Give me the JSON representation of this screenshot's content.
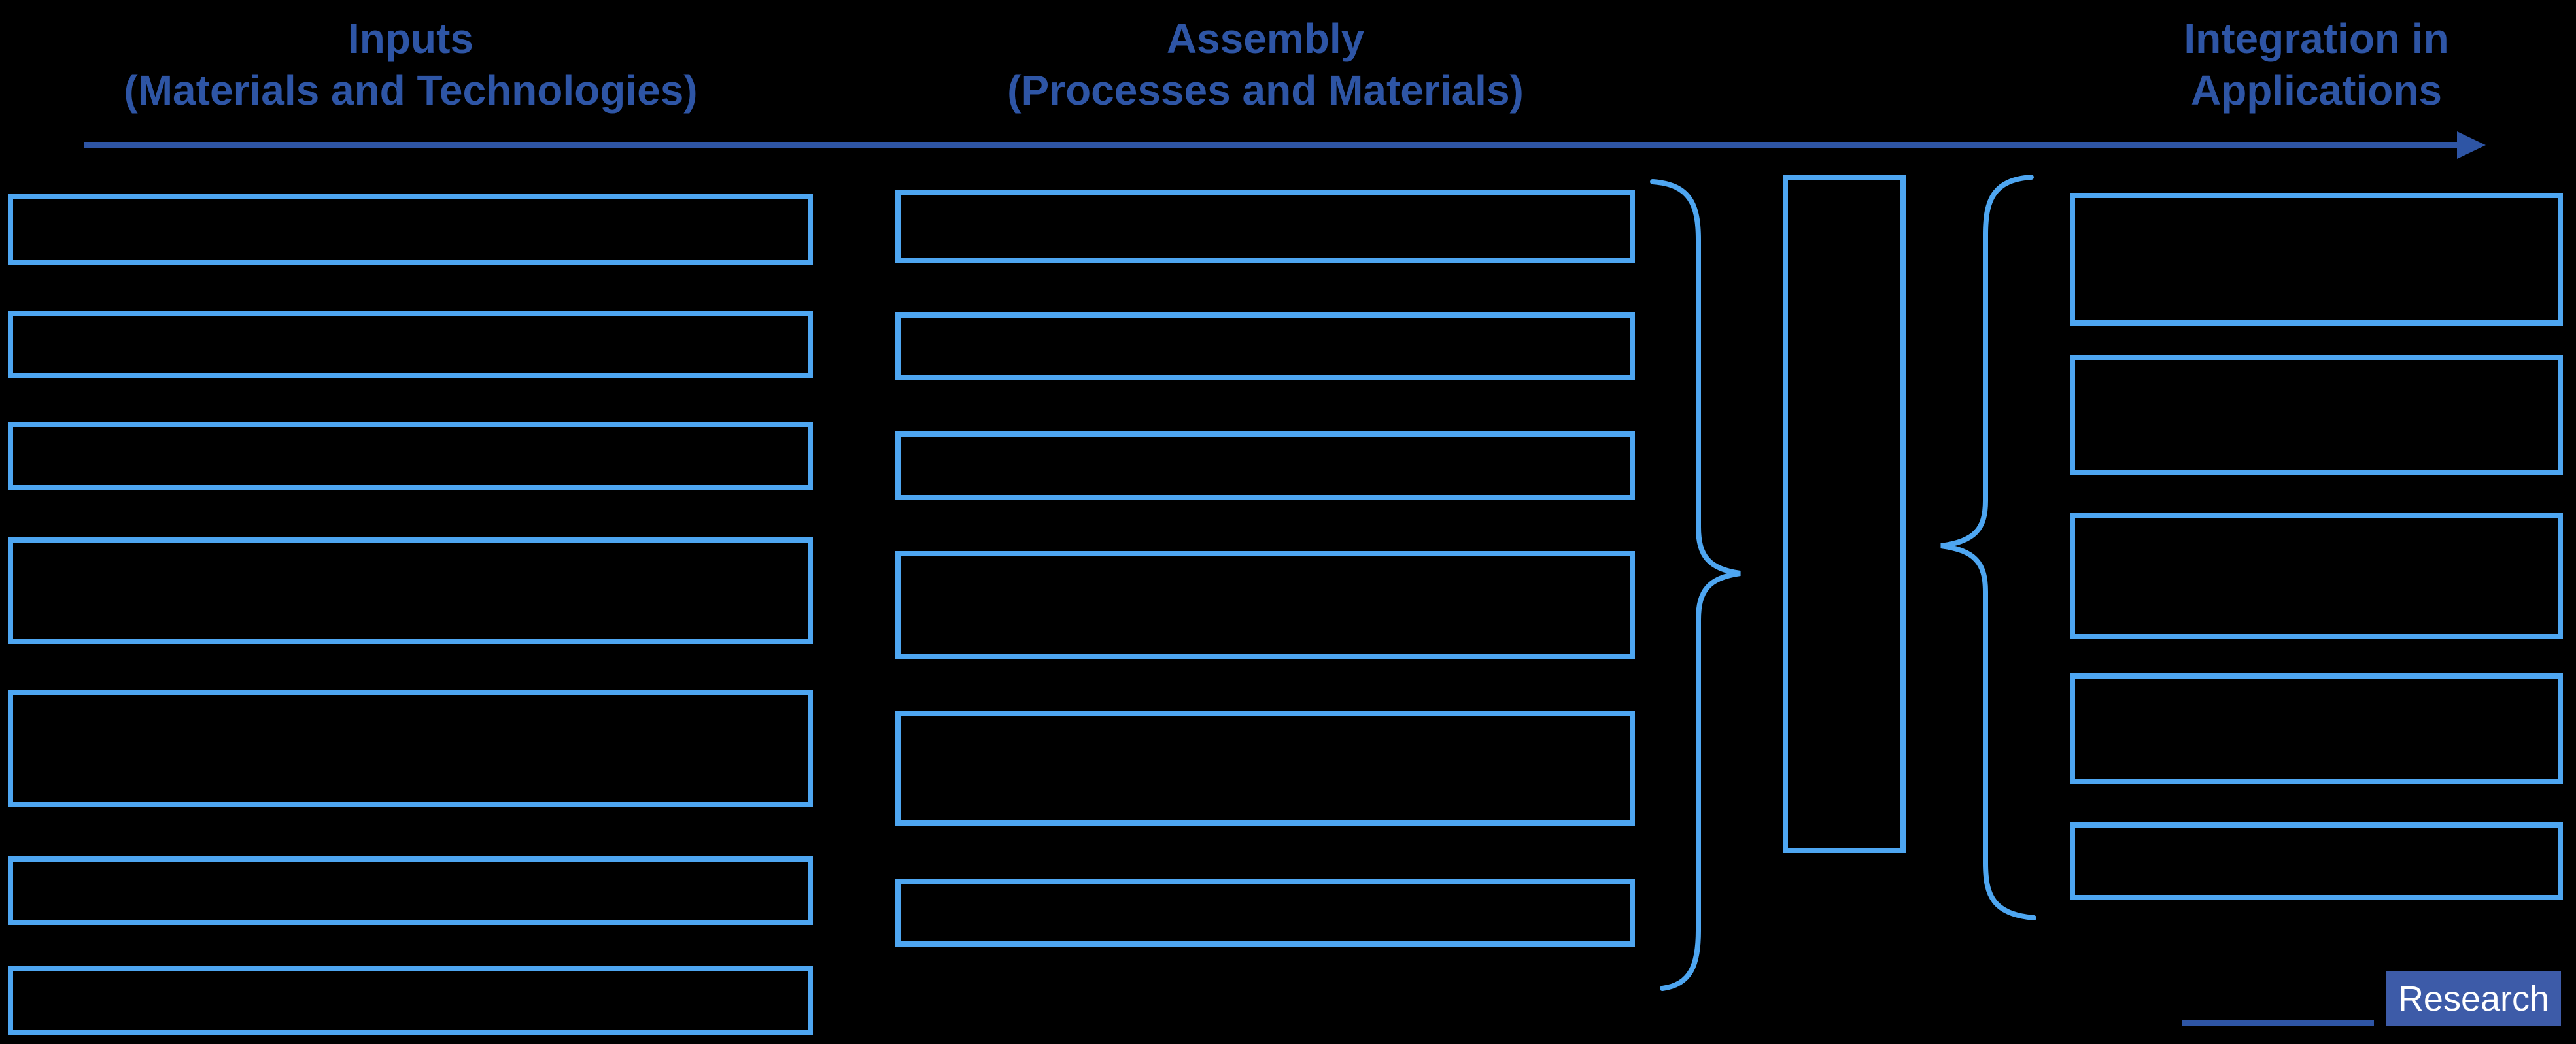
{
  "headers": {
    "inputs": {
      "line1": "Inputs",
      "line2": "(Materials and Technologies)"
    },
    "assembly": {
      "line1": "Assembly",
      "line2": "(Processes and Materials)"
    },
    "integration": {
      "line1": "Integration in",
      "line2": "Applications"
    }
  },
  "columns": [
    {
      "name": "Inputs (Materials and Technologies)",
      "empty_box_count": 7
    },
    {
      "name": "Assembly (Processes and Materials)",
      "empty_box_count": 6
    },
    {
      "name": "Integration in Applications",
      "empty_box_count": 5
    }
  ],
  "center": {
    "empty_box_count": 1
  },
  "badge": {
    "label": "Research"
  },
  "colors": {
    "background": "#000000",
    "header_blue": "#2E55A5",
    "box_border_blue": "#4EA6F1",
    "badge_background": "#3D5BA8",
    "badge_text": "#FFFFFF"
  }
}
